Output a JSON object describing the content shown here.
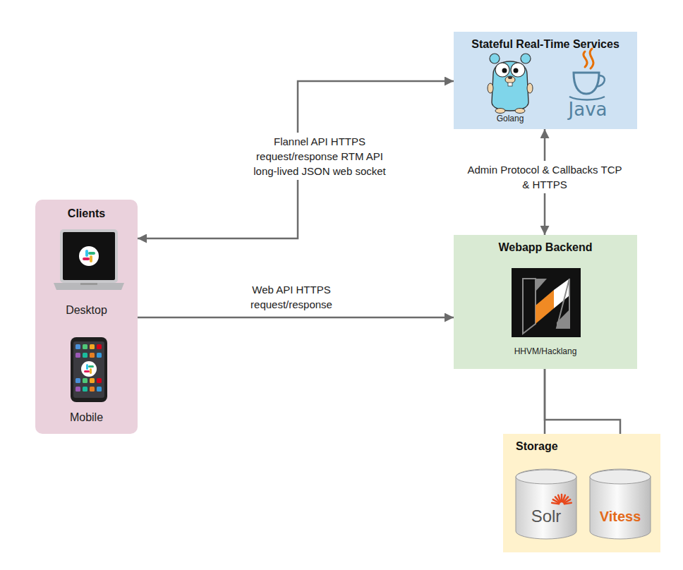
{
  "diagram": {
    "nodes": [
      {
        "text": [
          "Stateful Real-Time Services",
          "Golang",
          "Java"
        ]
      },
      {
        "text": [
          "Clients",
          "Desktop",
          "Mobile"
        ]
      },
      {
        "text": [
          "Webapp Backend",
          "HHVM/Hacklang"
        ]
      },
      {
        "text": [
          "Storage"
        ]
      },
      {
        "text": [
          "Solr"
        ],
        "in": 3
      },
      {
        "text": [
          "Vitess"
        ],
        "in": 3
      }
    ],
    "edges": [
      {
        "from": 1,
        "to": 0,
        "arrow": "both",
        "label": "Flannel API HTTPS request/response RTM API long-lived JSON web socket"
      },
      {
        "from": 1,
        "to": 2,
        "arrow": "to",
        "label": "Web API HTTPS request/response"
      },
      {
        "from": 2,
        "to": 0,
        "arrow": "both",
        "label": "Admin Protocol & Callbacks TCP & HTTPS"
      },
      {
        "from": 2,
        "to": 4,
        "arrow": "to"
      },
      {
        "from": 2,
        "to": 5,
        "arrow": "to"
      }
    ]
  }
}
